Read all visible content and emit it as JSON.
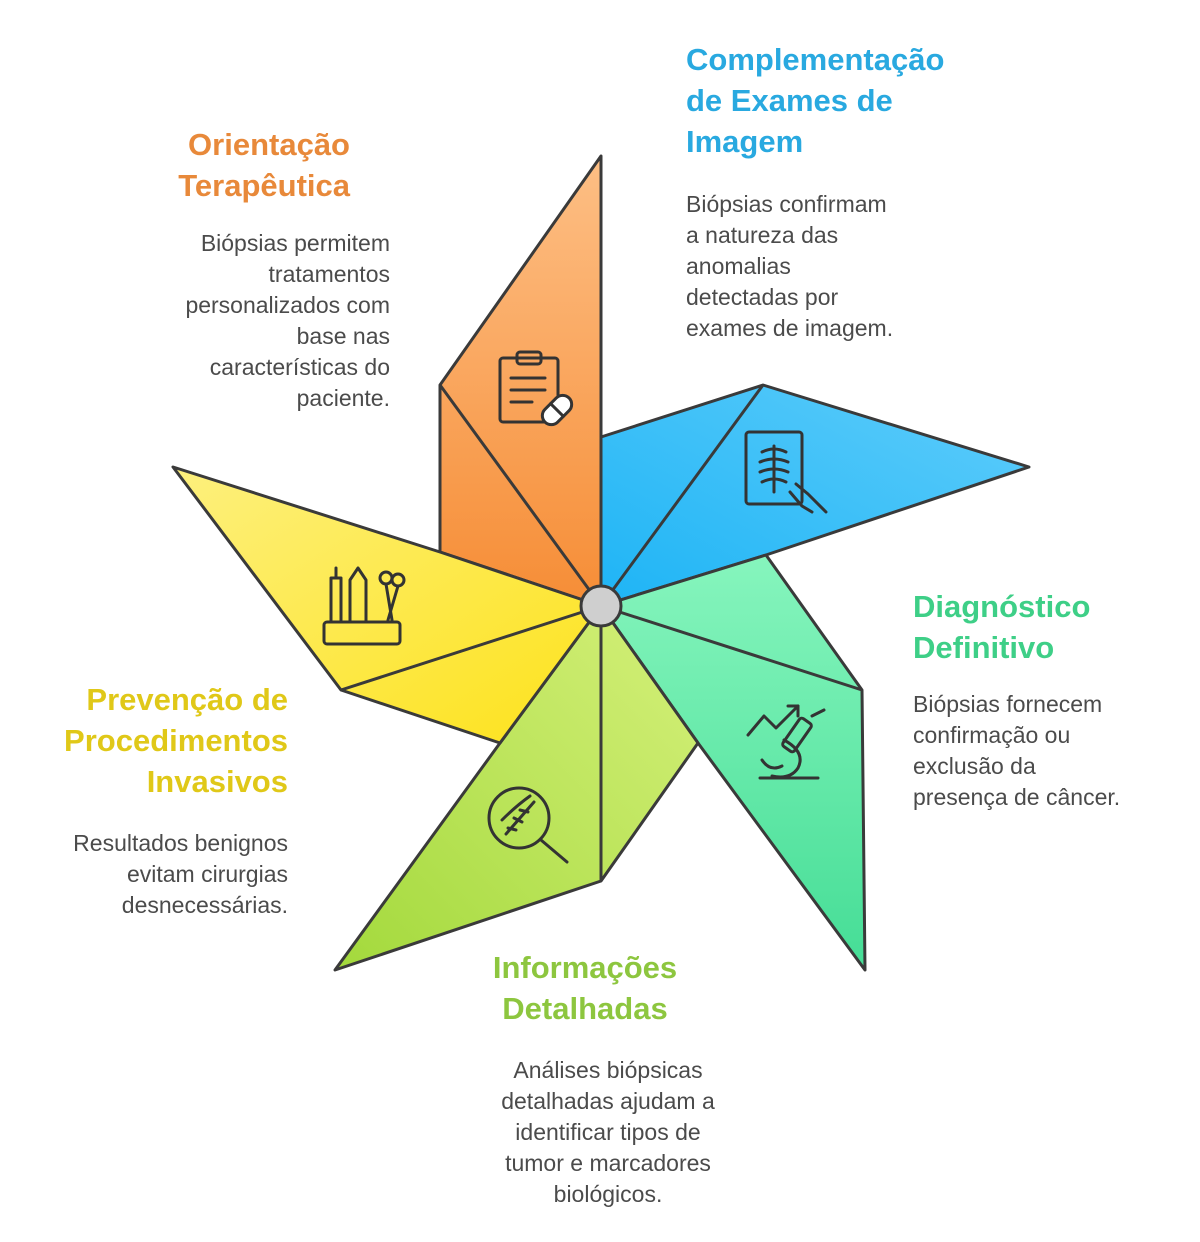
{
  "colors": {
    "orange": "#e8893a",
    "blue": "#29a9e0",
    "green": "#3ecf87",
    "lime": "#8dc63f",
    "yellow": "#e0c818",
    "desc_text": "#4b4b4b",
    "outline": "#3a3a3a"
  },
  "sections": {
    "orientacao": {
      "title_lines": [
        "Orientação",
        "Terapêutica"
      ],
      "desc_lines": [
        "Biópsias permitem",
        "tratamentos",
        "personalizados com",
        "base nas",
        "características do",
        "paciente."
      ],
      "icon": "clipboard-pill-icon"
    },
    "complementacao": {
      "title_lines": [
        "Complementação",
        "de Exames de",
        "Imagem"
      ],
      "desc_lines": [
        "Biópsias confirmam",
        "a natureza das",
        "anomalias",
        "detectadas por",
        "exames de imagem."
      ],
      "icon": "xray-hand-icon"
    },
    "diagnostico": {
      "title_lines": [
        "Diagnóstico",
        "Definitivo"
      ],
      "desc_lines": [
        "Biópsias fornecem",
        "confirmação ou",
        "exclusão da",
        "presença de câncer."
      ],
      "icon": "microscope-chart-icon"
    },
    "informacoes": {
      "title_lines": [
        "Informações",
        "Detalhadas"
      ],
      "desc_lines": [
        "Análises biópsicas",
        "detalhadas ajudam a",
        "identificar tipos de",
        "tumor e marcadores",
        "biológicos."
      ],
      "icon": "dna-magnifier-icon"
    },
    "prevencao": {
      "title_lines": [
        "Prevenção de",
        "Procedimentos",
        "Invasivos"
      ],
      "desc_lines": [
        "Resultados benignos",
        "evitam cirurgias",
        "desnecessárias."
      ],
      "icon": "surgical-tools-icon"
    }
  }
}
